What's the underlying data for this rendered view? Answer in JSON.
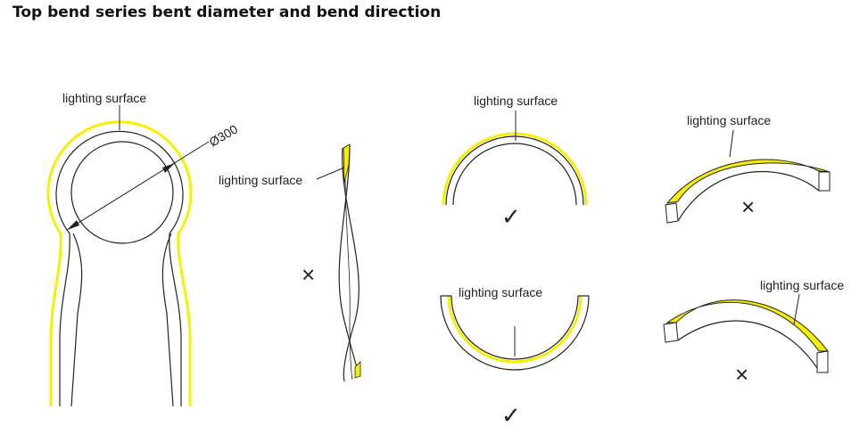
{
  "title": "Top bend series bent diameter and bend direction",
  "labels": {
    "lighting_surface": "lighting surface",
    "diameter": "Ø300"
  },
  "verdicts": {
    "correct_symbol": "✓",
    "incorrect_symbol": "×",
    "twisted_strip": "incorrect",
    "arc_top_lit": "correct",
    "arc_bottom_lit": "correct",
    "arc_3d_outer_lit": "incorrect",
    "arc_3d_top_lit": "incorrect"
  },
  "colors": {
    "lighting_yellow": "#f7ef00",
    "outline": "#222222"
  }
}
